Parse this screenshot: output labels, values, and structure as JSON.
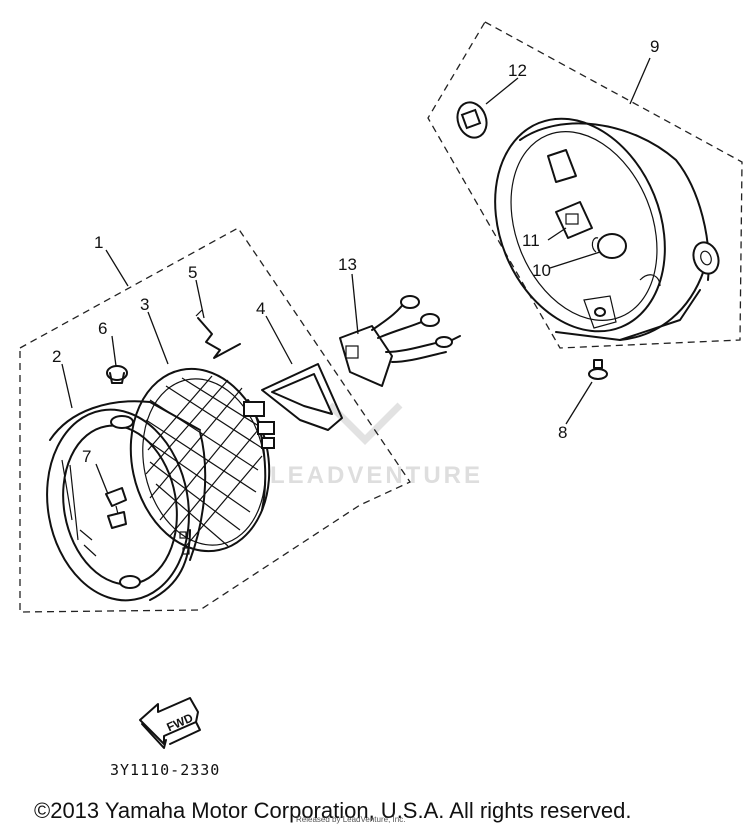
{
  "callouts": {
    "p1": "1",
    "p2": "2",
    "p3": "3",
    "p4": "4",
    "p5": "5",
    "p6": "6",
    "p7": "7",
    "p8": "8",
    "p9": "9",
    "p10": "10",
    "p11": "11",
    "p12": "12",
    "p13": "13"
  },
  "direction_label": "FWD",
  "part_code": "3Y1110-2330",
  "watermark": "LEADVENTURE",
  "small_mark": "Released by LeadVenture, Inc.",
  "copyright": "©2013 Yamaha Motor Corporation, U.S.A. All rights reserved."
}
